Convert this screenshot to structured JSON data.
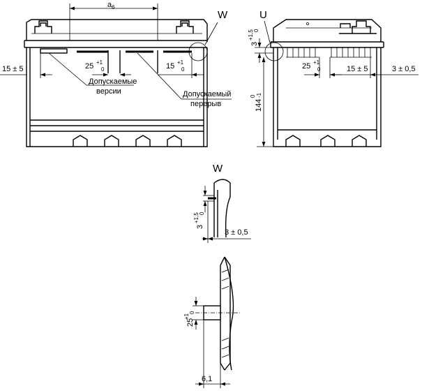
{
  "front_view": {
    "width_dim": {
      "base": "a",
      "sub": "6"
    },
    "left_offset": "15 ± 5",
    "pos_dim": {
      "base": "25",
      "tol_upper": "+1",
      "tol_lower": "0"
    },
    "mid_dim": {
      "base": "15",
      "tol_upper": "+1",
      "tol_lower": "0"
    },
    "callout_versions": {
      "line1": "Допускаемые",
      "line2": "версии"
    },
    "callout_gap": {
      "line1": "Допускаемый",
      "line2": "перерыв"
    },
    "detail_label": "W"
  },
  "side_view": {
    "detail_label": "U",
    "height_dim": {
      "base": "144",
      "tol_upper": "0",
      "tol_lower": "-1"
    },
    "rib_dim": {
      "base": "3",
      "tol_upper": "+1,5",
      "tol_lower": "0"
    },
    "pos_dim": {
      "base": "25",
      "tol_upper": "+1",
      "tol_lower": "0"
    },
    "mid_offset": "15 ± 5",
    "edge_offset": "3 ± 0,5"
  },
  "detail_w": {
    "label": "W",
    "rib_dim": {
      "base": "3",
      "tol_upper": "+1,5",
      "tol_lower": "0"
    },
    "depth_dim": "3 ± 0,5"
  },
  "detail_u": {
    "height_dim": {
      "base": "25",
      "tol_upper": "+1",
      "tol_lower": "0"
    },
    "depth_dim": "6,1"
  }
}
